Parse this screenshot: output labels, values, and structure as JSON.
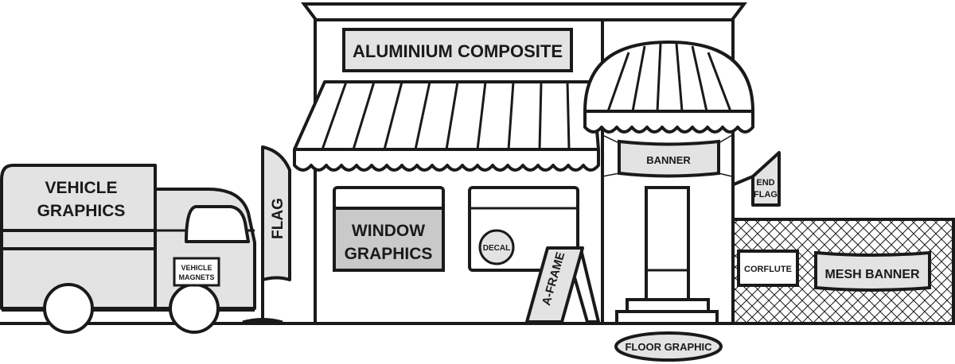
{
  "labels": {
    "aluminium": "ALUMINIUM COMPOSITE",
    "vehicle_line1": "VEHICLE",
    "vehicle_line2": "GRAPHICS",
    "magnets_line1": "VEHICLE",
    "magnets_line2": "MAGNETS",
    "flag": "FLAG",
    "window_line1": "WINDOW",
    "window_line2": "GRAPHICS",
    "decal": "DECAL",
    "aframe": "A-FRAME",
    "banner": "BANNER",
    "endflag_line1": "END",
    "endflag_line2": "FLAG",
    "corflute": "CORFLUTE",
    "mesh": "MESH BANNER",
    "floor": "FLOOR GRAPHIC"
  },
  "colors": {
    "stroke": "#1a1a1a",
    "panel": "#e3e3e3",
    "highlight": "#c9c9c9",
    "background": "#ffffff"
  }
}
